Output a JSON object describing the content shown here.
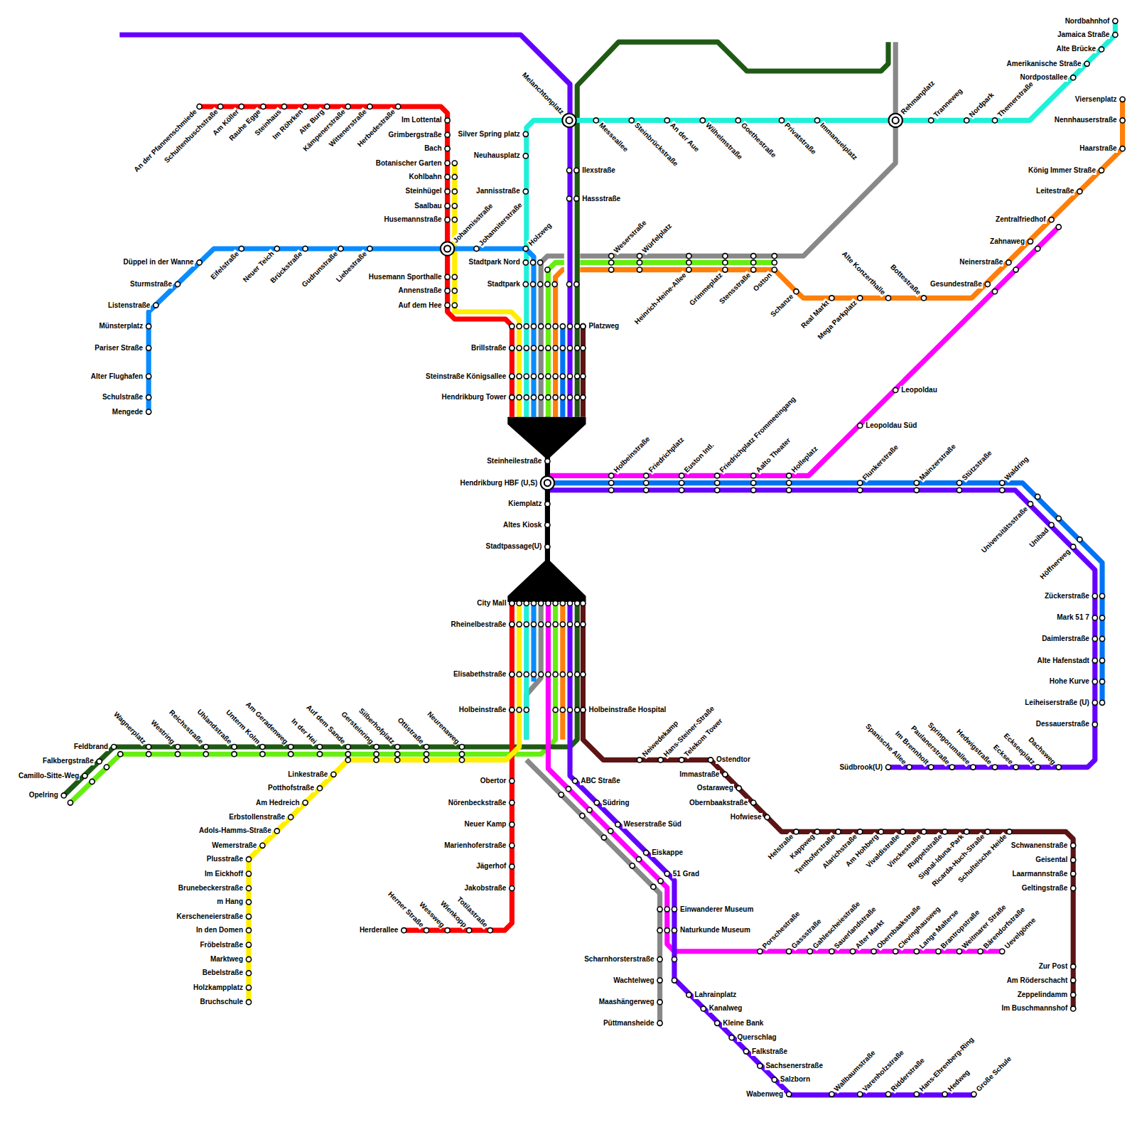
{
  "diagram": {
    "labels": [
      "An der Pfannenschmiede",
      "Schultenbuschstraße",
      "Am Köller",
      "Rauhe Egge",
      "Steinhaus",
      "Im Röhrken",
      "Alte Burg",
      "Kämpenerstraße",
      "Wittenerstraße",
      "Herbedestraße",
      "Im Lottental",
      "Grimbergstraße",
      "Bach",
      "Botanischer Garten",
      "Kohlbahn",
      "Steinhügel",
      "Saalbau",
      "Husemannstraße",
      "Johannisstraße",
      "Husemann Sporthalle",
      "Annenstraße",
      "Auf dem Hee",
      "Düppel in der Wanne",
      "Sturmstraße",
      "Listenstraße",
      "Münsterplatz",
      "Pariser Straße",
      "Alter Flughafen",
      "Schulstraße",
      "Mengede",
      "Eifelstraße",
      "Neuer Teich",
      "Brückstraße",
      "Gudrunstraße",
      "Liebestraße",
      "Johanniterstraße",
      "Holzweg",
      "Silver Spring platz",
      "Neuhausplatz",
      "Jannisstraße",
      "Stadtpark Nord",
      "Stadtpark",
      "Melanchtonplatz",
      "Messeallee",
      "Steinbrückstraße",
      "An der Aue",
      "Wilhelmstraße",
      "Goethestraße",
      "Privatstraße",
      "Immanuelplatz",
      "Rehmanplatz",
      "Tranneweg",
      "Nordpark",
      "Themerstraße",
      "Nordpostallee",
      "Amerikanische Straße",
      "Alte Brücke",
      "Jamaica Straße",
      "Nordbahnhof",
      "Ilexstraße",
      "Hassstraße",
      "Weserstraße",
      "Würfelplatz",
      "Heinrich-Heine-Allee",
      "Grimmeplatz",
      "Stensstraße",
      "Ostton",
      "Schanze",
      "Real Markt",
      "Mega Parkplatz",
      "Alte Konzerthalle",
      "Bottestraße",
      "Gesundestraße",
      "Neinerstraße",
      "Zahnaweg",
      "Zentralfriedhof",
      "Leitestraße",
      "König Immer Straße",
      "Haarstraße",
      "Nennhauserstraße",
      "Viersenplatz",
      "Leopoldau",
      "Leopoldau Süd",
      "Platzweg",
      "Brillstraße",
      "Steinstraße Königsallee",
      "Hendrikburg Tower",
      "Steinheilestraße",
      "Hendrikburg HBF (U,S)",
      "Kiemplatz",
      "Altes Kiosk",
      "Stadtpassage(U)",
      "City Mall",
      "Rheinelbestraße",
      "Elisabethstraße",
      "Holbeinstraße",
      "Holbeinstraße Hospital",
      "Holbeinstraße",
      "Friedrichplatz",
      "Euston Intl.",
      "Friedrichplatz Frommeeingang",
      "Aalto Theater",
      "Holleplatz",
      "Flunkerstraße",
      "Mainzerstraße",
      "Stützstraße",
      "Waldring",
      "Universitätsstraße",
      "Unibad",
      "Höffnerweg",
      "Zückerstraße",
      "Mark 51 7",
      "Daimlerstraße",
      "Alte Hafenstadt",
      "Hohe Kurve",
      "Leiheiserstraße (U)",
      "Dessauerstraße",
      "Südbrook(U)",
      "Spanische Allee",
      "Im Brennholt",
      "Paulanerstraße",
      "Springorumallee",
      "Hedwigstraße",
      "Ecksee",
      "Eckseeplatz",
      "Dachsweg",
      "Wagnerplatz",
      "Westring",
      "Reichsstraße",
      "Uhlandstraße",
      "Unterm Kolm",
      "Am Geradenweg",
      "In der Hei",
      "Auf dem Sande",
      "Gersteinring",
      "Silberhofplatz",
      "Ottistraße",
      "Neurenaweg",
      "Feldbrand",
      "Falkbergstraße",
      "Camillo-Sitte-Weg",
      "Opelring",
      "Linkestraße",
      "Potthofstraße",
      "Am Hedreich",
      "Erbstollenstraße",
      "Adols-Hamms-Straße",
      "Wemerstraße",
      "Plusstraße",
      "Im Eickhoff",
      "Brunebeckerstraße",
      "m Hang",
      "Kerscheneierstraße",
      "In den Domen",
      "Fröbelstraße",
      "Marktweg",
      "Bebelstraße",
      "Holzkampplatz",
      "Bruchschule",
      "Obertor",
      "Nörenbeckstraße",
      "Neuer Kamp",
      "Marienhoferstraße",
      "Jägerhof",
      "Jakobstraße",
      "Herderallee",
      "Herner Straße",
      "Wessweg",
      "Wienkopp",
      "Totilastraße",
      "Einwanderer Museum",
      "Naturkunde Museum",
      "Scharnhorsterstraße",
      "Wachtelweg",
      "Maashängerweg",
      "Püttmansheide",
      "ABC Straße",
      "Südring",
      "Weserstraße Süd",
      "Eiskappe",
      "51 Grad",
      "Lahrainplatz",
      "Kanalweg",
      "Kleine Bank",
      "Querschlag",
      "Falkstraße",
      "Sachsenerstraße",
      "Salzborn",
      "Wabenweg",
      "Wallbaumstraße",
      "Varenholzstraße",
      "Ridderstraße",
      "Hans-Ehrenberg-Ring",
      "Hedweg",
      "Große Schule",
      "Porschestraße",
      "Gassstraße",
      "Gahlescheiestraße",
      "Sauerlandstraße",
      "Alter Markt",
      "Obernbaakstraße",
      "Clevinghausweg",
      "Lange Malterse",
      "Brantropstraße",
      "Weitmarer Straße",
      "Bärendorfstraße",
      "Uevelgönne",
      "Neiwedekamp",
      "Hans-Steiner-Straße",
      "Telekom Tower",
      "Ostendtor",
      "Immastraße",
      "Ostaraweg",
      "Obernbaakstraße",
      "Hofwiese",
      "Helstraße",
      "Kappweg",
      "Tenthoferstraße",
      "Alarichstraße",
      "Am Hohberg",
      "Vivaldistraße",
      "Vinckestraße",
      "Ruppelstraße",
      "Signal-Iduna-Park",
      "Ricarda-Huch-Straße",
      "Schulteische Heide",
      "Schwanenstraße",
      "Geisental",
      "Laarmannstraße",
      "Geltingstraße",
      "Zur Post",
      "Am Röderschacht",
      "Zeppelindamm",
      "Im Buschmannshof"
    ]
  }
}
